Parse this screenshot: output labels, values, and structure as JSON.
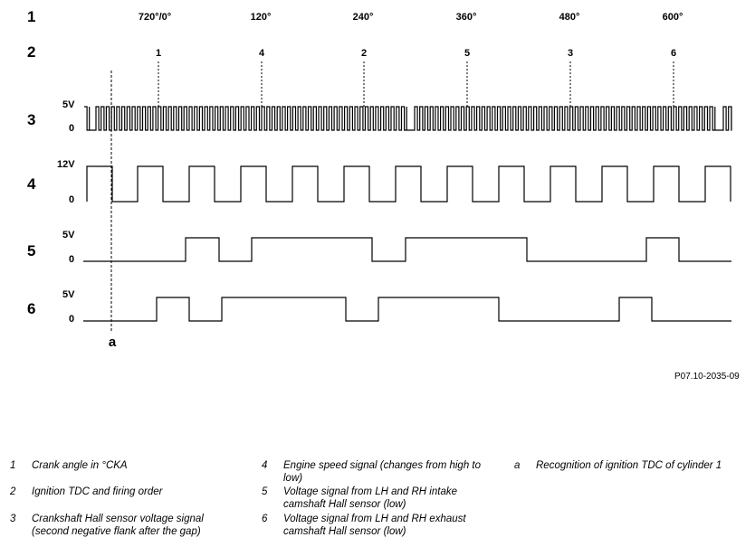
{
  "rows": [
    {
      "number": "1",
      "levels": []
    },
    {
      "number": "2",
      "levels": []
    },
    {
      "number": "3",
      "levels": [
        "5V",
        "0"
      ]
    },
    {
      "number": "4",
      "levels": [
        "12V",
        "0"
      ]
    },
    {
      "number": "5",
      "levels": [
        "5V",
        "0"
      ]
    },
    {
      "number": "6",
      "levels": [
        "5V",
        "0"
      ]
    }
  ],
  "crank_angles": [
    "720°/0°",
    "120°",
    "240°",
    "360°",
    "480°",
    "600°"
  ],
  "firing_order": [
    "1",
    "4",
    "2",
    "5",
    "3",
    "6"
  ],
  "marker_label": "a",
  "reference_code": "P07.10-2035-09",
  "signals": {
    "crankshaft_hall": {
      "gap_starts": [
        95,
        447,
        788
      ]
    },
    "engine_speed": {
      "high_starts": [
        96,
        152,
        209,
        266,
        323,
        380,
        437,
        494,
        551,
        608,
        665,
        722,
        779
      ]
    },
    "intake_camshaft": {
      "high_intervals": [
        [
          205,
          242
        ],
        [
          278,
          411
        ],
        [
          448,
          582
        ],
        [
          714,
          750
        ]
      ]
    },
    "exhaust_camshaft": {
      "high_intervals": [
        [
          173,
          209
        ],
        [
          245,
          382
        ],
        [
          418,
          551
        ],
        [
          684,
          720
        ]
      ]
    }
  },
  "legend": [
    {
      "number": "1",
      "text": "Crank angle in °CKA"
    },
    {
      "number": "2",
      "text": "Ignition TDC and firing order"
    },
    {
      "number": "3",
      "text": "Crankshaft Hall sensor voltage signal (second negative flank after the gap)"
    },
    {
      "number": "4",
      "text": "Engine speed signal (changes from high to low)"
    },
    {
      "number": "5",
      "text": "Voltage signal from LH and RH intake camshaft Hall sensor (low)"
    },
    {
      "number": "6",
      "text": "Voltage signal from LH and RH exhaust camshaft Hall sensor (low)"
    },
    {
      "number": "a",
      "text": "Recognition of ignition TDC of cylinder 1"
    }
  ]
}
